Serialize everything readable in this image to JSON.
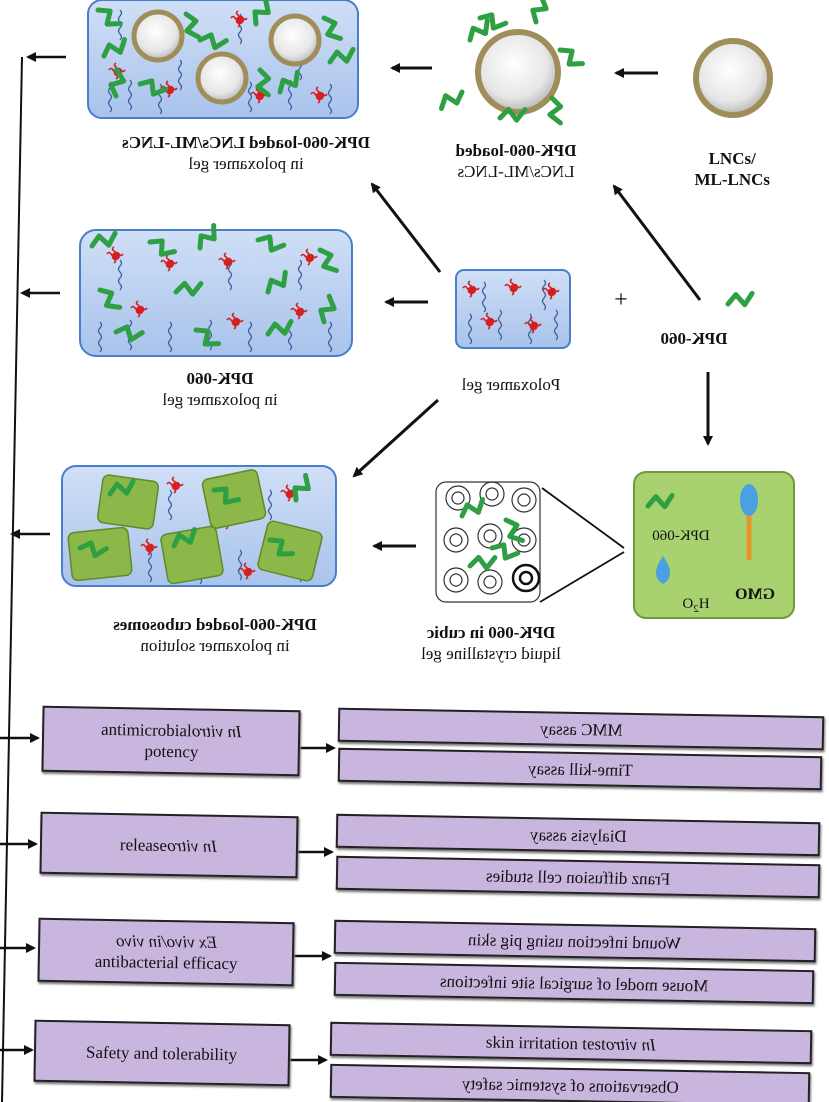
{
  "labels": {
    "lnc": "LNCs/",
    "mllnc": "ML-LNCs",
    "loaded_title": "DPK-060-loaded",
    "loaded_sub": "LNCs/ML-LNCs",
    "gel_title": "DPK-060-loaded LNCs/ML-LNCs",
    "gel_sub": "in poloxamer gel",
    "dpk": "DPK-060",
    "plus": "+",
    "poloxamer": "Poloxamer gel",
    "dpkgel_title": "DPK-060",
    "dpkgel_sub": "in poloxamer gel",
    "cubic_title": "DPK-060 in cubic",
    "cubic_sub": "liquid crystalline gel",
    "cubo_title": "DPK-060-loaded cubosomes",
    "cubo_sub": "in poloxamer solution",
    "green_dpk": "DPK-060",
    "gmo": "GMO",
    "h2o": "H",
    "h2o_sub": "2",
    "h2o_end": "O"
  },
  "assays": [
    {
      "category": {
        "italic": "In vitro",
        "rest": " antimicrobial",
        "line2": "potency"
      },
      "tests": [
        {
          "text": "MMC assay"
        },
        {
          "text": "Time-kill assay"
        }
      ]
    },
    {
      "category": {
        "italic": "In vitro",
        "rest": " release",
        "line2": ""
      },
      "tests": [
        {
          "text": "Dialysis assay"
        },
        {
          "text": "Franz diffusion cell studies"
        }
      ]
    },
    {
      "category": {
        "italic": "Ex vivo/in vivo",
        "rest": "",
        "line2": "antibacterial efficacy"
      },
      "tests": [
        {
          "text": "Wound infection using pig skin"
        },
        {
          "text": "Mouse model of surgical site infections"
        }
      ]
    },
    {
      "category": {
        "italic": "",
        "rest": "Safety and tolerability",
        "line2": ""
      },
      "tests": [
        {
          "italic": "In vitro",
          "text": " skin irritation test"
        },
        {
          "text": "Observations of systemic safety"
        }
      ]
    }
  ],
  "colors": {
    "box_fill": "#b8cff0",
    "box_stroke": "#4a7ec8",
    "peptide": "#2ea043",
    "micelle": "#d62020",
    "polymer": "#3a5f9c",
    "shell": "#a08e5a",
    "cube": "#8cb84a",
    "lipid_panel": "#a8d270",
    "assay": "#c9b6de"
  }
}
